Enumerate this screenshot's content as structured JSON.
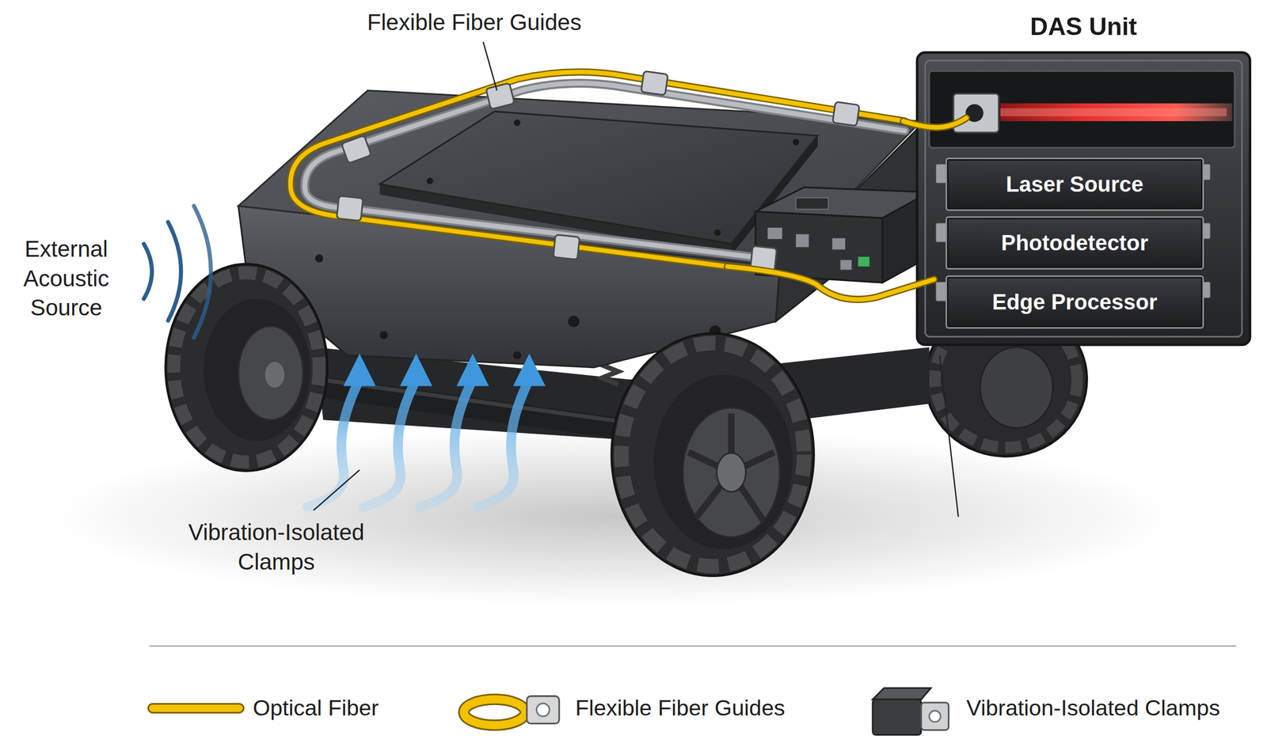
{
  "diagram": {
    "nodes": [
      {
        "text": [
          "DAS Unit"
        ]
      },
      {
        "text": [
          "Laser Source"
        ],
        "in": 0
      },
      {
        "text": [
          "Photodetector"
        ],
        "in": 0
      },
      {
        "text": [
          "Edge Processor"
        ],
        "in": 0
      }
    ],
    "labels": [
      "Flexible Fiber Guides",
      "External Acoustic Source",
      "Vibration-Isolated Clamps"
    ],
    "legend": [
      {
        "text": "Optical Fiber"
      },
      {
        "text": "Flexible Fiber Guides"
      },
      {
        "text": "Vibration-Isolated Clamps"
      }
    ]
  }
}
